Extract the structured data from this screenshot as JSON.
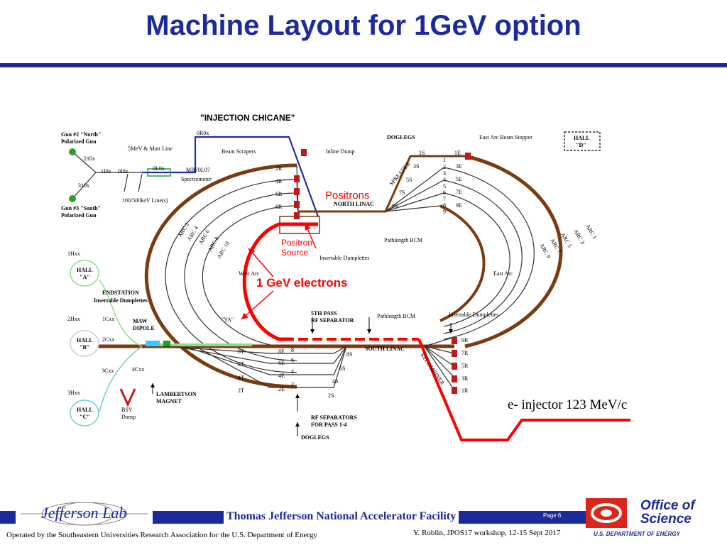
{
  "slide": {
    "title": "Machine Layout for 1GeV option",
    "footer_center": "Thomas Jefferson National Accelerator Facility",
    "page_label": "Page 6",
    "operated_by": "Operated by the Southeastern Universities Research Association for the U.S. Department of  Energy",
    "credit": "Y. Roblin, JPOS17 workshop, 12-15 Sept 2017",
    "jlab_logo_text": "Jefferson Lab",
    "doe_office": "Office of",
    "doe_science": "Science",
    "doe_department": "U.S. DEPARTMENT OF ENERGY"
  },
  "annotations": {
    "positrons": "Positrons",
    "positron_source": "Positron Source",
    "gev_electrons": "1 GeV electrons",
    "injector": "e- injector 123 MeV/c"
  },
  "labels": {
    "injection_chicane": "\"INJECTION CHICANE\"",
    "or0x": "0R0x",
    "beam_scrapers": "Beam Scrapers",
    "inline_dump": "Inline Dump",
    "gun2": "Gun #2 \"North\"",
    "gun2b": "Polarized Gun",
    "gun3": "Gun #3 \"South\"",
    "gun3b": "Polarized Gun",
    "mott": "5MeV & Mott Line",
    "l210x": "210x",
    "l310x": "310x",
    "l110x": "1I0x",
    "l0i0x": "0I0x",
    "l0l0x": "0L0x",
    "mbf": "MBF0L07",
    "spectrometer": "Spectrometer",
    "kev_line": "100/500keV Line(s)",
    "doglegs_top": "DOGLEGS",
    "east_arc_stopper": "East Arc Beam Stopper",
    "hall_d_1": "HALL",
    "hall_d_2": "\"D\"",
    "spreader": "SPREADER",
    "north_linac": "NORTH LINAC",
    "pathlength_bcm_top": "Pathlength BCM",
    "insertable_dumplettes_mid": "Insertable Dumplettes",
    "west_arc": "West Arc",
    "east_arc": "East Arc",
    "hxx1": "1Hxx",
    "hall_a_1": "HALL",
    "hall_a_2": "\"A\"",
    "endstation1": "ENDSTATION",
    "endstation2": "Insertable Dumplettes",
    "hxx2": "2Hxx",
    "cxx1": "1Cxx",
    "maw1": "MAW",
    "maw2": "DIPOLE",
    "hall_b_1": "HALL",
    "hall_b_2": "\"B\"",
    "cxx2": "2Cxx",
    "cxx3": "3Cxx",
    "cxx4": "4Cxx",
    "hxx3": "3Hxx",
    "hall_c_1": "HALL",
    "hall_c_2": "\"C\"",
    "lambertson1": "LAMBERTSON",
    "lambertson2": "MAGNET",
    "bsy1": "BSY",
    "bsy2": "Dump",
    "ya": "\"YA\"",
    "fifth_pass1": "5TH PASS",
    "fifth_pass2": "RF SEPARATOR",
    "pathlength_bcm_bot": "Pathlength BCM",
    "insertable_dumplettes_right": "Insertable Dumplettes",
    "south_linac": "SOUTH LINAC",
    "recombiner": "RECOMBINER",
    "rf_sep1": "RF SEPARATORS",
    "rf_sep2": "FOR PASS 1-4",
    "doglegs_bot": "DOGLEGS",
    "arc2": "ARC 2",
    "arc4": "ARC 4",
    "arc6": "ARC 6",
    "arc8": "ARC 8",
    "arc10": "ARC 10",
    "arc1": "ARC 1",
    "arc3": "ARC 3",
    "arc5": "ARC 5",
    "arc7": "ARC 7",
    "arc9": "ARC 9"
  },
  "pass_labels_west": [
    "2R",
    "4R",
    "6R",
    "8R"
  ],
  "pass_labels_spreader_s": [
    "1S",
    "3S",
    "5S",
    "7S",
    "9S"
  ],
  "pass_labels_spreader_e": [
    "1E",
    "3E",
    "5E",
    "7E",
    "9E"
  ],
  "pass_labels_spreader_num": [
    "1",
    "2",
    "3",
    "4",
    "5",
    "6",
    "7",
    "8",
    "9"
  ],
  "pass_labels_east_r": [
    "9R",
    "7R",
    "5R",
    "3R",
    "1R"
  ],
  "pass_labels_south_e": [
    "8E",
    "6E",
    "4E",
    "2E"
  ],
  "pass_labels_south_t": [
    "8T",
    "6T",
    "4T",
    "2T"
  ],
  "pass_labels_south_s": [
    "8S",
    "6S",
    "4S",
    "2S"
  ],
  "pass_labels_south_num": [
    "8",
    "6",
    "4",
    "2"
  ],
  "colors": {
    "title_blue": "#1c2a9c",
    "beamline_brown": "#7a3b10",
    "positron_red": "#ff0000",
    "magnet_red": "#c0181c",
    "chicane_blue": "#1f2fa8",
    "hall_a_green": "#8edc8e",
    "hall_c_cyan": "#6fd0d0"
  }
}
